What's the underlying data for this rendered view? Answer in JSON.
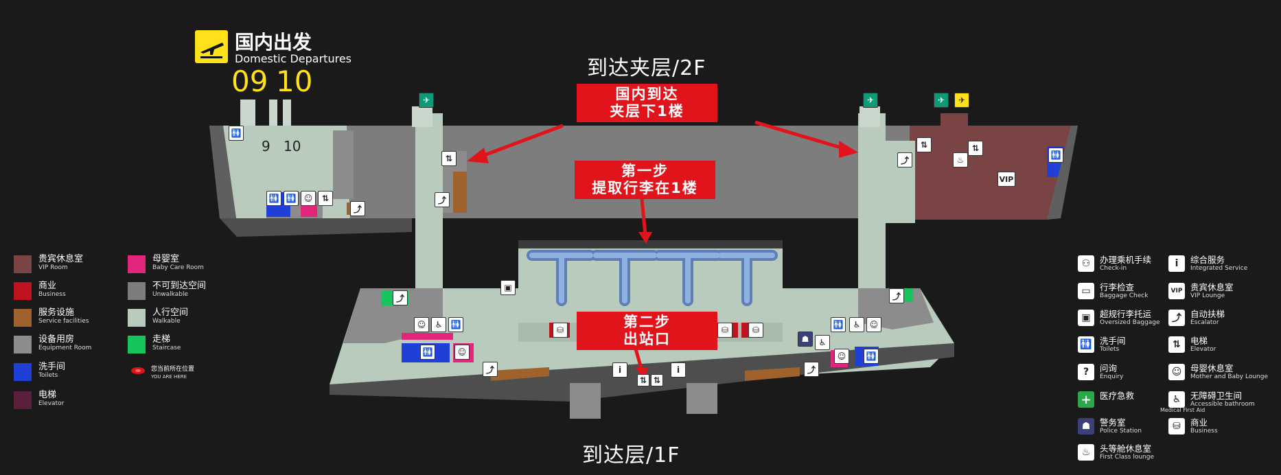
{
  "departures": {
    "title_zh": "国内出发",
    "title_en": "Domestic Departures",
    "gate_a": "09",
    "gate_b": "10",
    "gate_label_a": "9",
    "gate_label_b": "10"
  },
  "floors": {
    "mezzanine": "到达夹层/2F",
    "ground": "到达层/1F"
  },
  "callouts": {
    "domestic_arrivals_l1": "国内到达",
    "domestic_arrivals_l2": "夹层下1楼",
    "step1_l1": "第一步",
    "step1_l2": "提取行李在1楼",
    "step2_l1": "第二步",
    "step2_l2": "出站口"
  },
  "map_labels": {
    "vip": "VIP"
  },
  "legend_left": [
    {
      "zh": "贵宾休息室",
      "en": "VIP Room",
      "color": "#7a4444"
    },
    {
      "zh": "商业",
      "en": "Business",
      "color": "#c1121f"
    },
    {
      "zh": "服务设施",
      "en": "Service facilities",
      "color": "#a0622d"
    },
    {
      "zh": "设备用房",
      "en": "Equipment Room",
      "color": "#8c8c8c"
    },
    {
      "zh": "洗手间",
      "en": "Toilets",
      "color": "#1f3fd6"
    },
    {
      "zh": "电梯",
      "en": "Elevator",
      "color": "#5a1f3a"
    }
  ],
  "legend_mid": [
    {
      "zh": "母婴室",
      "en": "Baby Care Room",
      "color": "#e2267b"
    },
    {
      "zh": "不可到达空间",
      "en": "Unwalkable",
      "color": "#7d7d7d"
    },
    {
      "zh": "人行空间",
      "en": "Walkable",
      "color": "#b9cbbd"
    },
    {
      "zh": "走梯",
      "en": "Staircase",
      "color": "#16c45c"
    }
  ],
  "you_are_here": {
    "zh": "您当前所在位置",
    "en": "YOU ARE HERE"
  },
  "services_left": [
    {
      "zh": "办理乘机手续",
      "en": "Check-in",
      "icon": "check-in-icon",
      "glyph": "⚇"
    },
    {
      "zh": "行李检查",
      "en": "Baggage Check",
      "icon": "baggage-check-icon",
      "glyph": "▭"
    },
    {
      "zh": "超规行李托运",
      "en": "Oversized Baggage",
      "icon": "oversized-baggage-icon",
      "glyph": "▣"
    },
    {
      "zh": "洗手间",
      "en": "Toilets",
      "icon": "toilets-icon",
      "glyph": "🚻"
    },
    {
      "zh": "问询",
      "en": "Enquiry",
      "icon": "enquiry-icon",
      "glyph": "?"
    },
    {
      "zh": "医疗急救",
      "en": "Medical First Aid",
      "icon": "first-aid-icon",
      "glyph": "+"
    },
    {
      "zh": "警务室",
      "en": "Police Station",
      "icon": "police-icon",
      "glyph": "☗"
    },
    {
      "zh": "头等舱休息室",
      "en": "First Class lounge",
      "icon": "first-class-lounge-icon",
      "glyph": "♨"
    }
  ],
  "services_right": [
    {
      "zh": "综合服务",
      "en": "Integrated Service",
      "icon": "info-icon",
      "glyph": "i"
    },
    {
      "zh": "贵宾休息室",
      "en": "VIP Lounge",
      "icon": "vip-icon",
      "glyph": "VIP"
    },
    {
      "zh": "自动扶梯",
      "en": "Escalator",
      "icon": "escalator-icon",
      "glyph": "⤴"
    },
    {
      "zh": "电梯",
      "en": "Elevator",
      "icon": "elevator-icon",
      "glyph": "⇅"
    },
    {
      "zh": "母婴休息室",
      "en": "Mother and Baby Lounge",
      "icon": "baby-lounge-icon",
      "glyph": "☺"
    },
    {
      "zh": "无障碍卫生间",
      "en": "Accessible bathroom",
      "icon": "accessible-icon",
      "glyph": "♿"
    },
    {
      "zh": "商业",
      "en": "Business",
      "icon": "business-icon",
      "glyph": "⛁"
    }
  ],
  "colors": {
    "callout_red": "#e1141b",
    "departures_yellow": "#ffe11a",
    "walkable": "#b9cbbd",
    "unwalkable": "#7d7d7d",
    "vip": "#7a4444"
  }
}
